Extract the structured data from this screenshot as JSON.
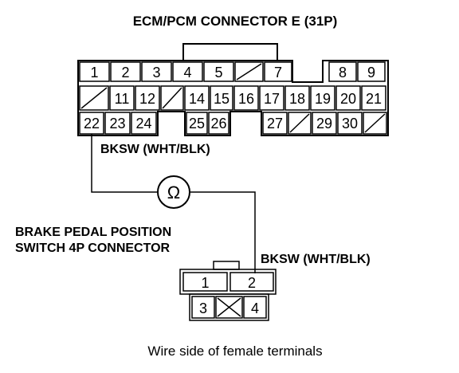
{
  "ecm_connector": {
    "title": "ECM/PCM CONNECTOR E (31P)",
    "row1": [
      "1",
      "2",
      "3",
      "4",
      "5",
      "",
      "7",
      "8",
      "9"
    ],
    "row2": [
      "",
      "11",
      "12",
      "",
      "14",
      "15",
      "16",
      "17",
      "18",
      "19",
      "20",
      "21"
    ],
    "row3": [
      "22",
      "23",
      "24",
      "25",
      "26",
      "27",
      "",
      "29",
      "30",
      ""
    ]
  },
  "wire_labels": {
    "ecm_side": "BKSW (WHT/BLK)",
    "switch_side": "BKSW (WHT/BLK)"
  },
  "meter_symbol": "Ω",
  "brake_switch": {
    "title_line1": "BRAKE PEDAL POSITION",
    "title_line2": "SWITCH 4P CONNECTOR",
    "pins": [
      "1",
      "2",
      "3",
      "",
      "4"
    ]
  },
  "caption": "Wire side of female terminals"
}
